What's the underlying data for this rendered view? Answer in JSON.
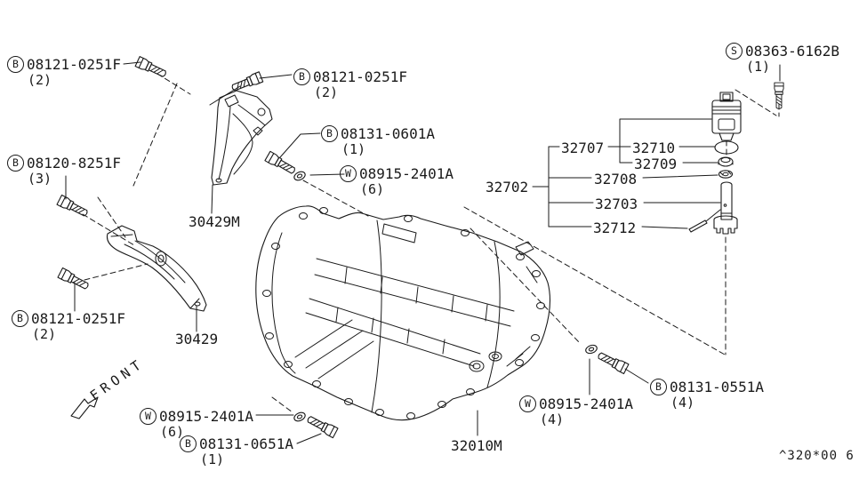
{
  "colors": {
    "ink": "#1a1a1a",
    "bg": "#ffffff"
  },
  "front_indicator": {
    "label": "FRONT"
  },
  "footer": {
    "code": "^320*00 6"
  },
  "callouts": {
    "bolt_top_left": {
      "prefix": "B",
      "part": "08121-0251F",
      "qty": "(2)"
    },
    "bolt_top_mid": {
      "prefix": "B",
      "part": "08121-0251F",
      "qty": "(2)"
    },
    "bolt_08120": {
      "prefix": "B",
      "part": "08120-8251F",
      "qty": "(3)"
    },
    "bolt_0601": {
      "prefix": "B",
      "part": "08131-0601A",
      "qty": "(1)"
    },
    "washer_top": {
      "prefix": "W",
      "part": "08915-2401A",
      "qty": "(6)"
    },
    "screw_speedo": {
      "prefix": "S",
      "part": "08363-6162B",
      "qty": "(1)"
    },
    "bolt_bottom_left": {
      "prefix": "B",
      "part": "08121-0251F",
      "qty": "(2)"
    },
    "washer_bottom": {
      "prefix": "W",
      "part": "08915-2401A",
      "qty": "(6)"
    },
    "bolt_0651": {
      "prefix": "B",
      "part": "08131-0651A",
      "qty": "(1)"
    },
    "washer_right": {
      "prefix": "W",
      "part": "08915-2401A",
      "qty": "(4)"
    },
    "bolt_0551": {
      "prefix": "B",
      "part": "08131-0551A",
      "qty": "(4)"
    },
    "bracket_upper": {
      "part": "30429M"
    },
    "bracket_lower": {
      "part": "30429"
    },
    "transaxle": {
      "part": "32010M"
    },
    "speedo_group": {
      "part": "32702"
    },
    "speedo_sensor": {
      "part": "32707"
    },
    "oring": {
      "part": "32710"
    },
    "stopper": {
      "part": "32709"
    },
    "pinion_washer": {
      "part": "32708"
    },
    "pinion_sleeve": {
      "part": "32703"
    },
    "pinion_pin": {
      "part": "32712"
    }
  }
}
